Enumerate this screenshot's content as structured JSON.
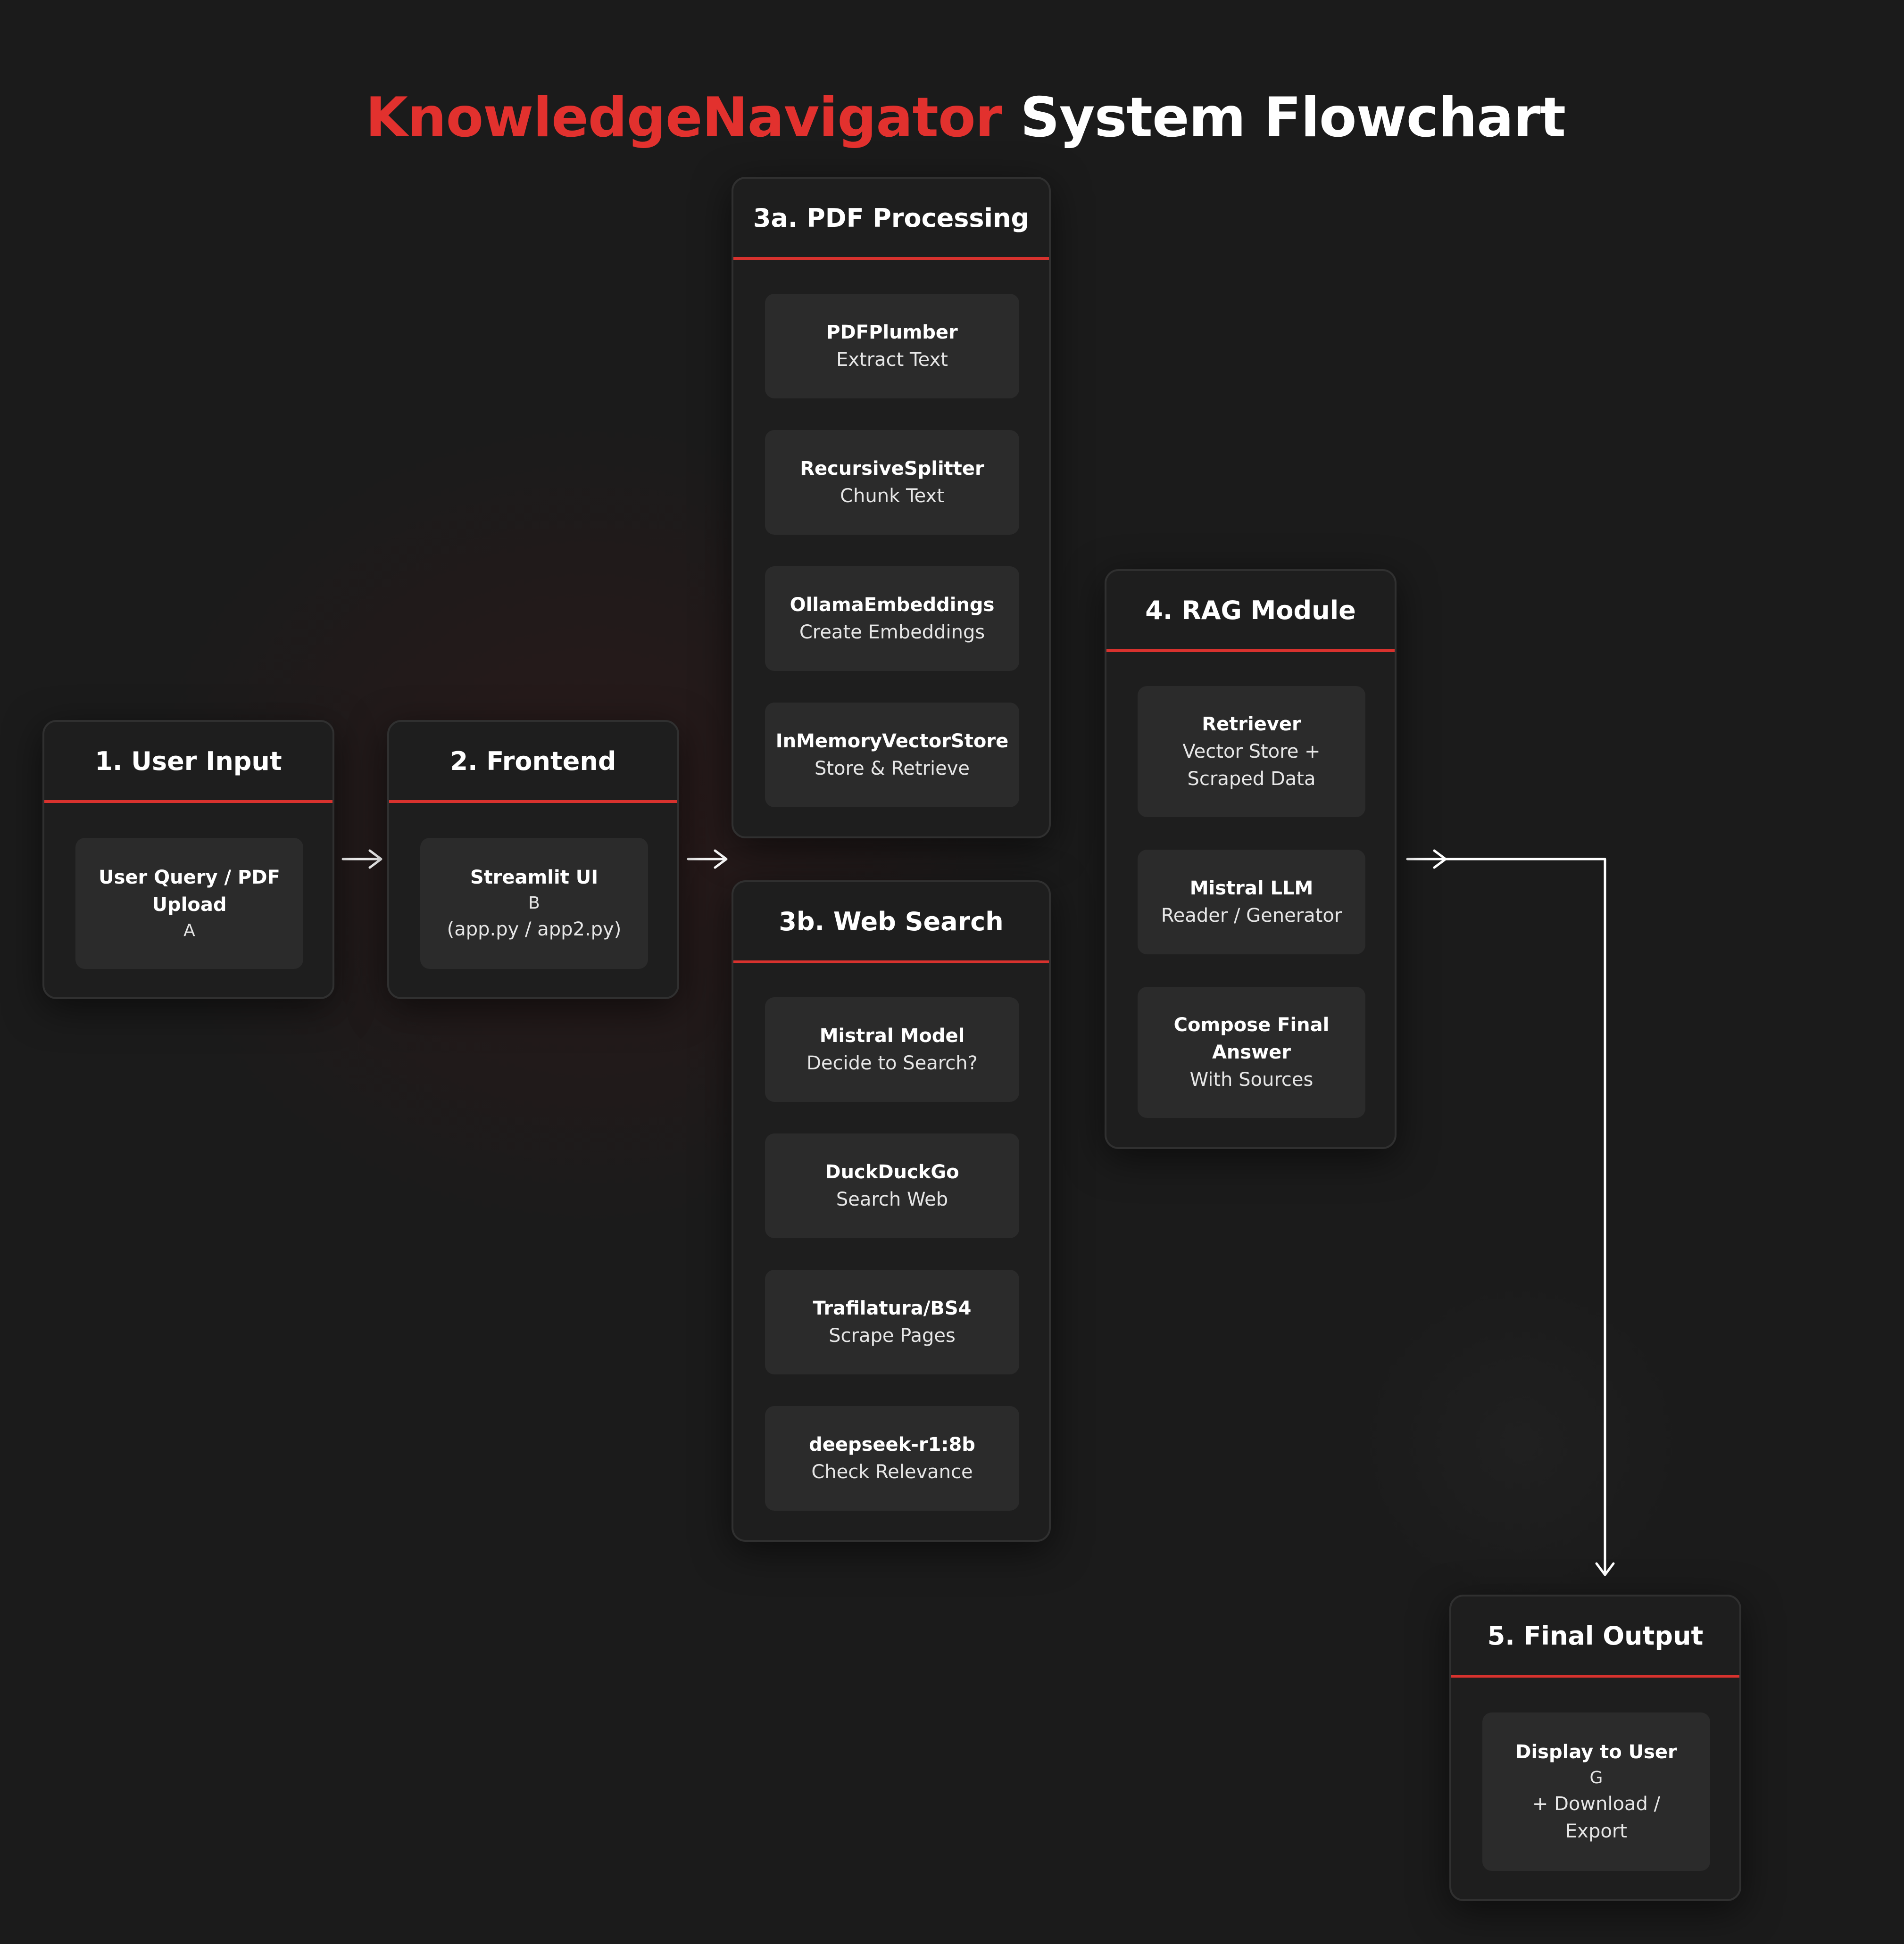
{
  "title": {
    "accent": "KnowledgeNavigator",
    "rest": "System Flowchart"
  },
  "colors": {
    "background": "#1b1b1b",
    "accent": "#e2312e",
    "group_bg": "#1e1e1e",
    "node_bg": "#2b2b2b"
  },
  "groups": {
    "user_input": {
      "header": "1. User Input",
      "node": {
        "title": "User Query / PDF Upload",
        "label": "A"
      }
    },
    "frontend": {
      "header": "2. Frontend",
      "node": {
        "title": "Streamlit UI",
        "label": "B",
        "desc": "(app.py / app2.py)"
      }
    },
    "pdf_processing": {
      "header": "3a. PDF Processing",
      "nodes": [
        {
          "title": "PDFPlumber",
          "desc": "Extract Text"
        },
        {
          "title": "RecursiveSplitter",
          "desc": "Chunk Text"
        },
        {
          "title": "OllamaEmbeddings",
          "desc": "Create Embeddings"
        },
        {
          "title": "InMemoryVectorStore",
          "desc": "Store & Retrieve"
        }
      ]
    },
    "web_search": {
      "header": "3b. Web Search",
      "nodes": [
        {
          "title": "Mistral Model",
          "desc": "Decide to Search?"
        },
        {
          "title": "DuckDuckGo",
          "desc": "Search Web"
        },
        {
          "title": "Trafilatura/BS4",
          "desc": "Scrape Pages"
        },
        {
          "title": "deepseek-r1:8b",
          "desc": "Check Relevance"
        }
      ]
    },
    "rag": {
      "header": "4. RAG Module",
      "nodes": [
        {
          "title": "Retriever",
          "desc": "Vector Store + Scraped Data"
        },
        {
          "title": "Mistral LLM",
          "desc": "Reader / Generator"
        },
        {
          "title": "Compose Final Answer",
          "desc": "With Sources"
        }
      ]
    },
    "final_output": {
      "header": "5. Final Output",
      "node": {
        "title": "Display to User",
        "label": "G",
        "desc": "+ Download / Export"
      }
    }
  }
}
